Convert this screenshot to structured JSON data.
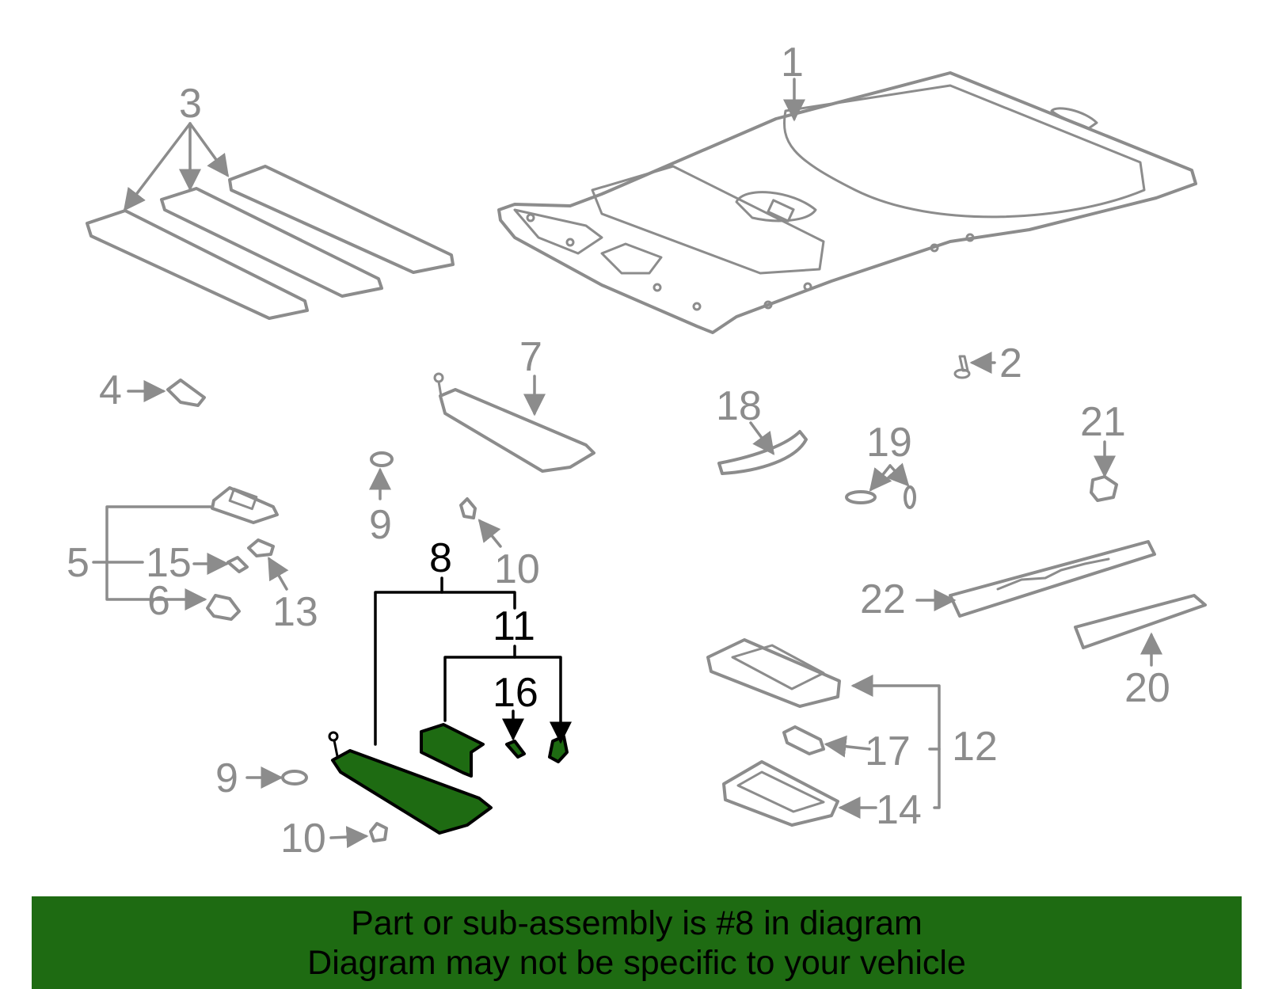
{
  "colors": {
    "part_outline": "#8c8c8c",
    "highlight_fill": "#1e6b12",
    "highlight_outline": "#000000",
    "banner_bg": "#1e6b12"
  },
  "labels": {
    "c1": "1",
    "c2": "2",
    "c3": "3",
    "c4": "4",
    "c5": "5",
    "c6": "6",
    "c7": "7",
    "c8": "8",
    "c9a": "9",
    "c9b": "9",
    "c10a": "10",
    "c10b": "10",
    "c11": "11",
    "c12": "12",
    "c13": "13",
    "c14": "14",
    "c15": "15",
    "c16": "16",
    "c17": "17",
    "c18": "18",
    "c19": "19",
    "c20": "20",
    "c21": "21",
    "c22": "22"
  },
  "banner": {
    "line1": "Part or sub-assembly is #8 in diagram",
    "line2": "Diagram may not be specific to your vehicle"
  }
}
